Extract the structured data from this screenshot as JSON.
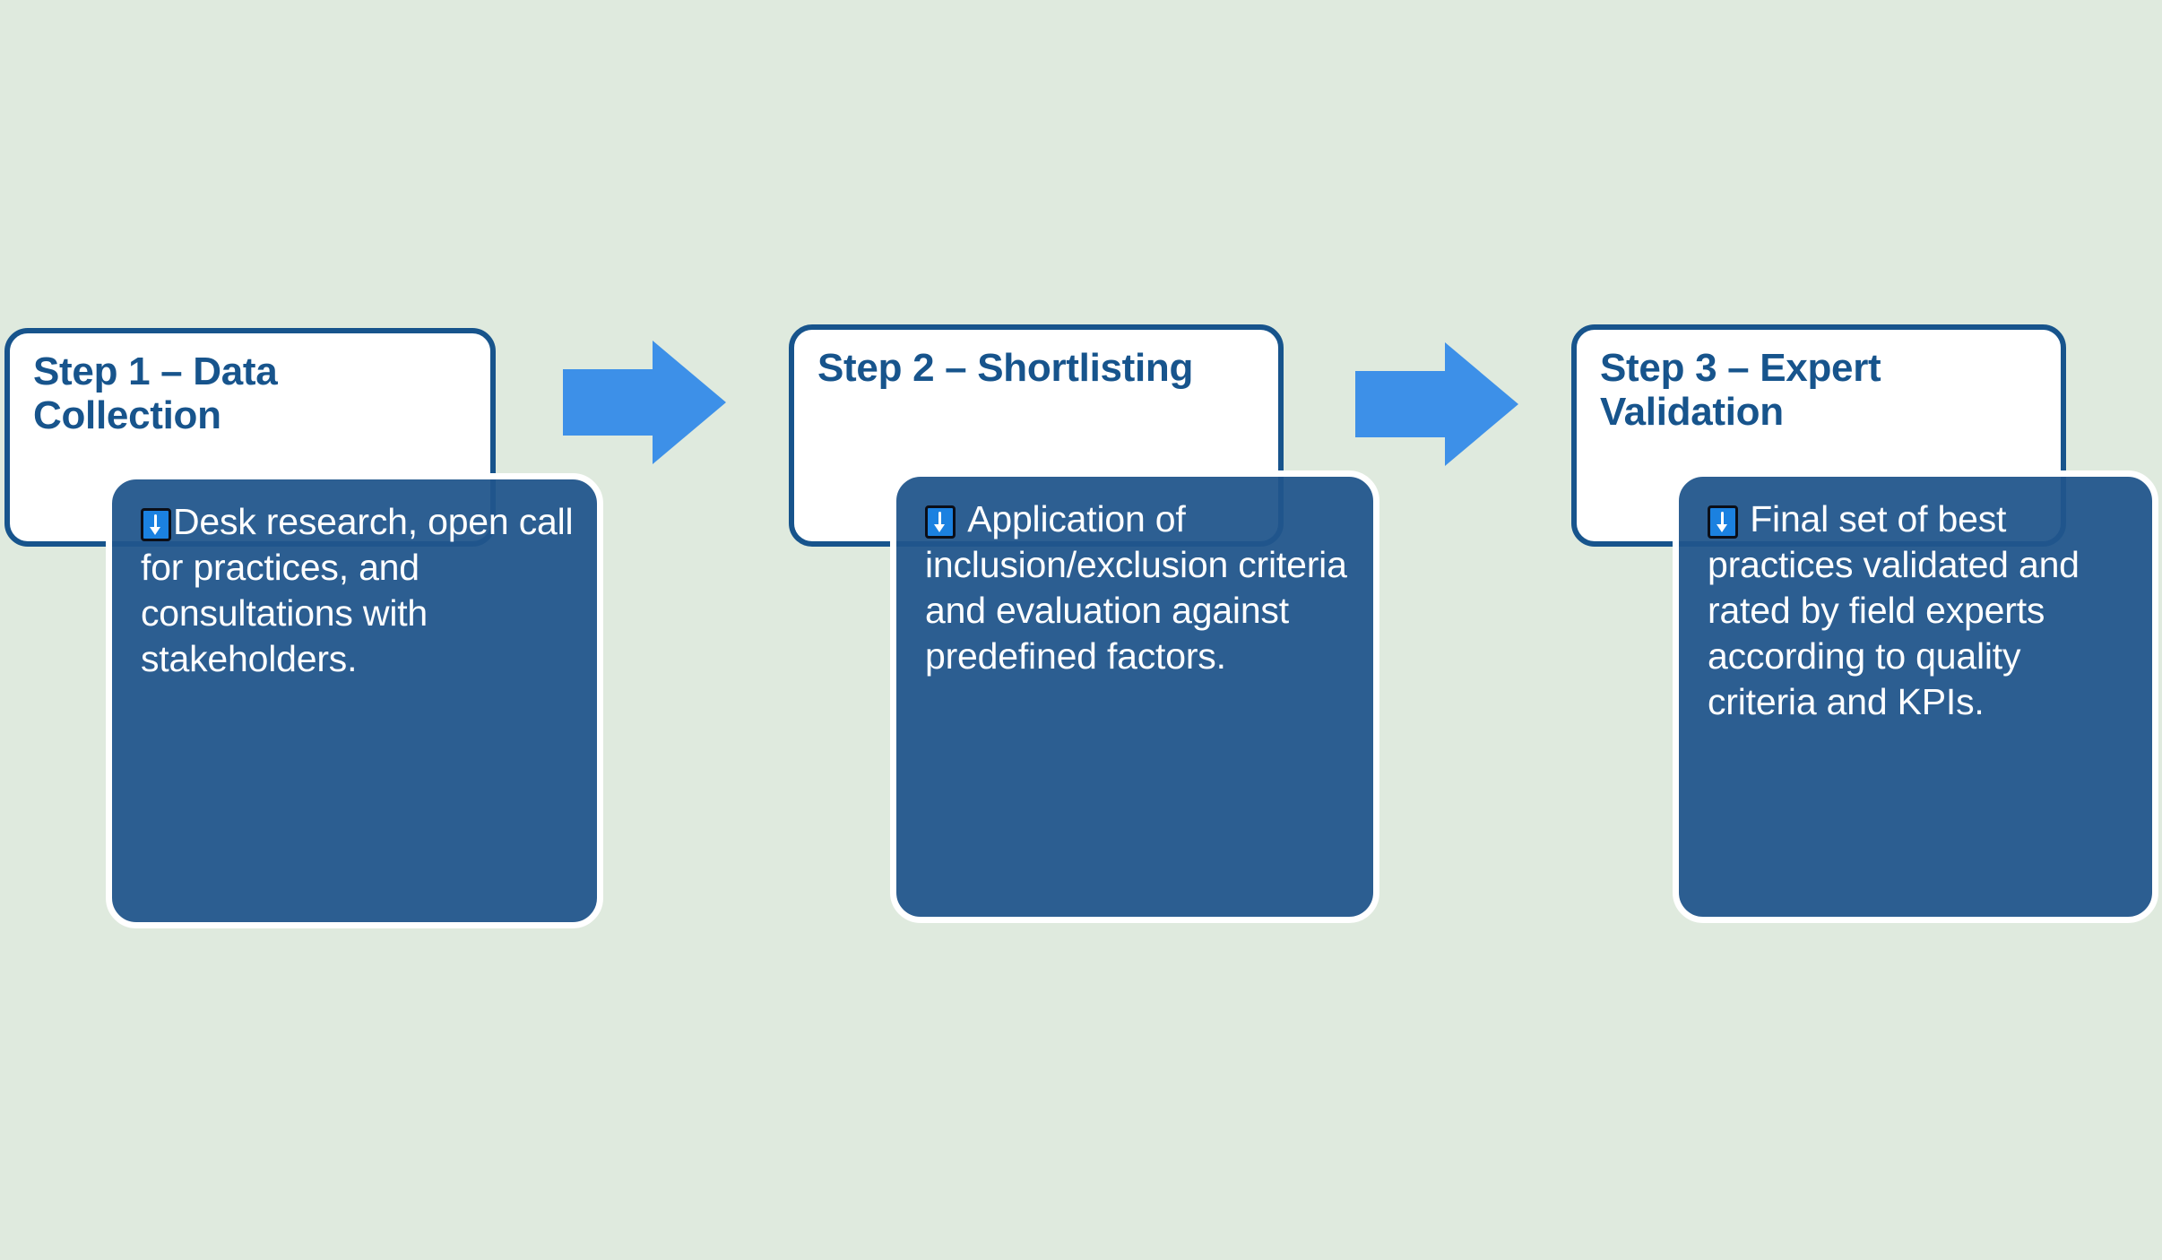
{
  "diagram": {
    "title": "Three-step methodology flow",
    "background_color": "#dfeade",
    "accent_navy": "#17548c",
    "card_fill": "#21568c",
    "arrow_color": "#3d90e8"
  },
  "steps": [
    {
      "id": "step-1",
      "title": "Step 1 – Data Collection",
      "icon": "down-arrow-emoji",
      "detail": "Desk research, open call for practices, and consultations with stakeholders."
    },
    {
      "id": "step-2",
      "title": "Step 2 – Shortlisting",
      "icon": "down-arrow-emoji",
      "detail": "Application of inclusion/exclusion criteria and evaluation against predefined factors."
    },
    {
      "id": "step-3",
      "title": "Step 3 – Expert Validation",
      "icon": "down-arrow-emoji",
      "detail": "Final set of best practices validated and rated by field experts according to quality criteria and KPIs."
    }
  ],
  "connectors": [
    {
      "id": "arrow-1",
      "from": "step-1",
      "to": "step-2",
      "icon": "right-block-arrow-icon"
    },
    {
      "id": "arrow-2",
      "from": "step-2",
      "to": "step-3",
      "icon": "right-block-arrow-icon"
    }
  ]
}
